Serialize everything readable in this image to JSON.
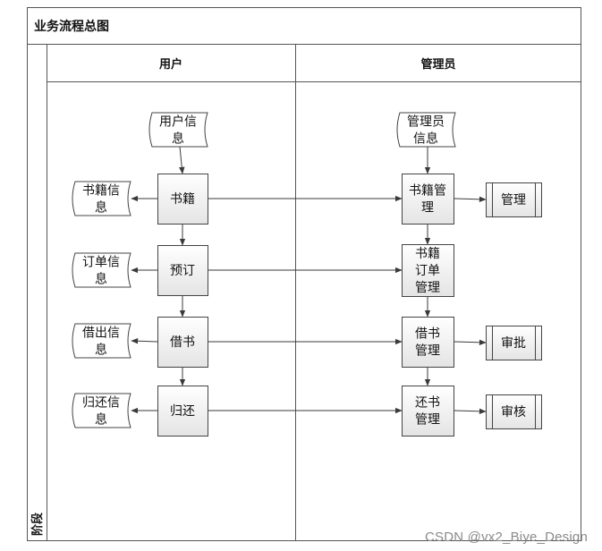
{
  "title": "业务流程总图",
  "stage_label": "阶段",
  "lanes": [
    {
      "id": "user",
      "label": "用户"
    },
    {
      "id": "admin",
      "label": "管理员"
    }
  ],
  "nodes": {
    "user_info": {
      "kind": "data",
      "label": "用户信息"
    },
    "book": {
      "kind": "process",
      "label": "书籍"
    },
    "book_info": {
      "kind": "data",
      "label": "书籍信息"
    },
    "reserve": {
      "kind": "process",
      "label": "预订"
    },
    "order_info": {
      "kind": "data",
      "label": "订单信息"
    },
    "borrow": {
      "kind": "process",
      "label": "借书"
    },
    "borrow_info": {
      "kind": "data",
      "label": "借出信息"
    },
    "return": {
      "kind": "process",
      "label": "归还"
    },
    "return_info": {
      "kind": "data",
      "label": "归还信息"
    },
    "admin_info": {
      "kind": "data",
      "label": "管理员信息"
    },
    "book_mgmt": {
      "kind": "process",
      "label": "书籍管理"
    },
    "manage": {
      "kind": "subprocess",
      "label": "管理"
    },
    "order_mgmt": {
      "kind": "process",
      "label": "书籍订单管理"
    },
    "borrow_mgmt": {
      "kind": "process",
      "label": "借书管理"
    },
    "approve": {
      "kind": "subprocess",
      "label": "审批"
    },
    "return_mgmt": {
      "kind": "process",
      "label": "还书管理"
    },
    "audit": {
      "kind": "subprocess",
      "label": "审核"
    }
  },
  "edges": [
    {
      "from": "user_info",
      "to": "book"
    },
    {
      "from": "book",
      "to": "book_info"
    },
    {
      "from": "book",
      "to": "reserve"
    },
    {
      "from": "book",
      "to": "book_mgmt"
    },
    {
      "from": "reserve",
      "to": "order_info"
    },
    {
      "from": "reserve",
      "to": "borrow"
    },
    {
      "from": "reserve",
      "to": "order_mgmt"
    },
    {
      "from": "borrow",
      "to": "borrow_info"
    },
    {
      "from": "borrow",
      "to": "return"
    },
    {
      "from": "borrow",
      "to": "borrow_mgmt"
    },
    {
      "from": "return",
      "to": "return_info"
    },
    {
      "from": "return",
      "to": "return_mgmt"
    },
    {
      "from": "admin_info",
      "to": "book_mgmt"
    },
    {
      "from": "book_mgmt",
      "to": "manage"
    },
    {
      "from": "book_mgmt",
      "to": "order_mgmt"
    },
    {
      "from": "order_mgmt",
      "to": "borrow_mgmt"
    },
    {
      "from": "borrow_mgmt",
      "to": "approve"
    },
    {
      "from": "borrow_mgmt",
      "to": "return_mgmt"
    },
    {
      "from": "return_mgmt",
      "to": "audit"
    }
  ],
  "watermark": "CSDN @vx2_Biye_Design"
}
